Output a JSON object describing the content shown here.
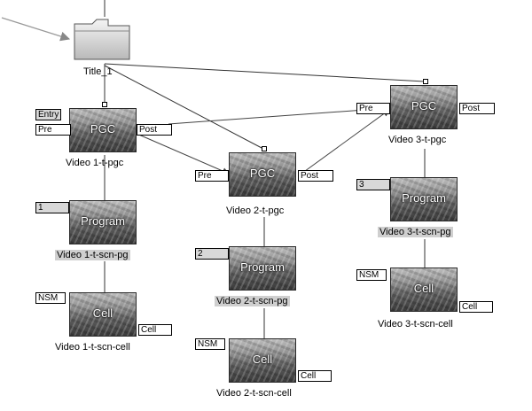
{
  "title_node": {
    "label": "Title_1",
    "icon": "folder-icon"
  },
  "pgc_nodes": [
    {
      "label": "Video 1-t-pgc",
      "kind": "PGC",
      "pre": "Pre",
      "post": "Post",
      "entry": "Entry"
    },
    {
      "label": "Video 2-t-pgc",
      "kind": "PGC",
      "pre": "Pre",
      "post": "Post"
    },
    {
      "label": "Video 3-t-pgc",
      "kind": "PGC",
      "pre": "Pre",
      "post": "Post"
    }
  ],
  "program_nodes": [
    {
      "label": "Video 1-t-scn-pg",
      "kind": "Program",
      "number": "1"
    },
    {
      "label": "Video 2-t-scn-pg",
      "kind": "Program",
      "number": "2"
    },
    {
      "label": "Video 3-t-scn-pg",
      "kind": "Program",
      "number": "3"
    }
  ],
  "cell_nodes": [
    {
      "label": "Video 1-t-scn-cell",
      "kind": "Cell",
      "nsm": "NSM",
      "cell": "Cell"
    },
    {
      "label": "Video 2-t-scn-cell",
      "kind": "Cell",
      "nsm": "NSM",
      "cell": "Cell"
    },
    {
      "label": "Video 3-t-scn-cell",
      "kind": "Cell",
      "nsm": "NSM",
      "cell": "Cell"
    }
  ]
}
